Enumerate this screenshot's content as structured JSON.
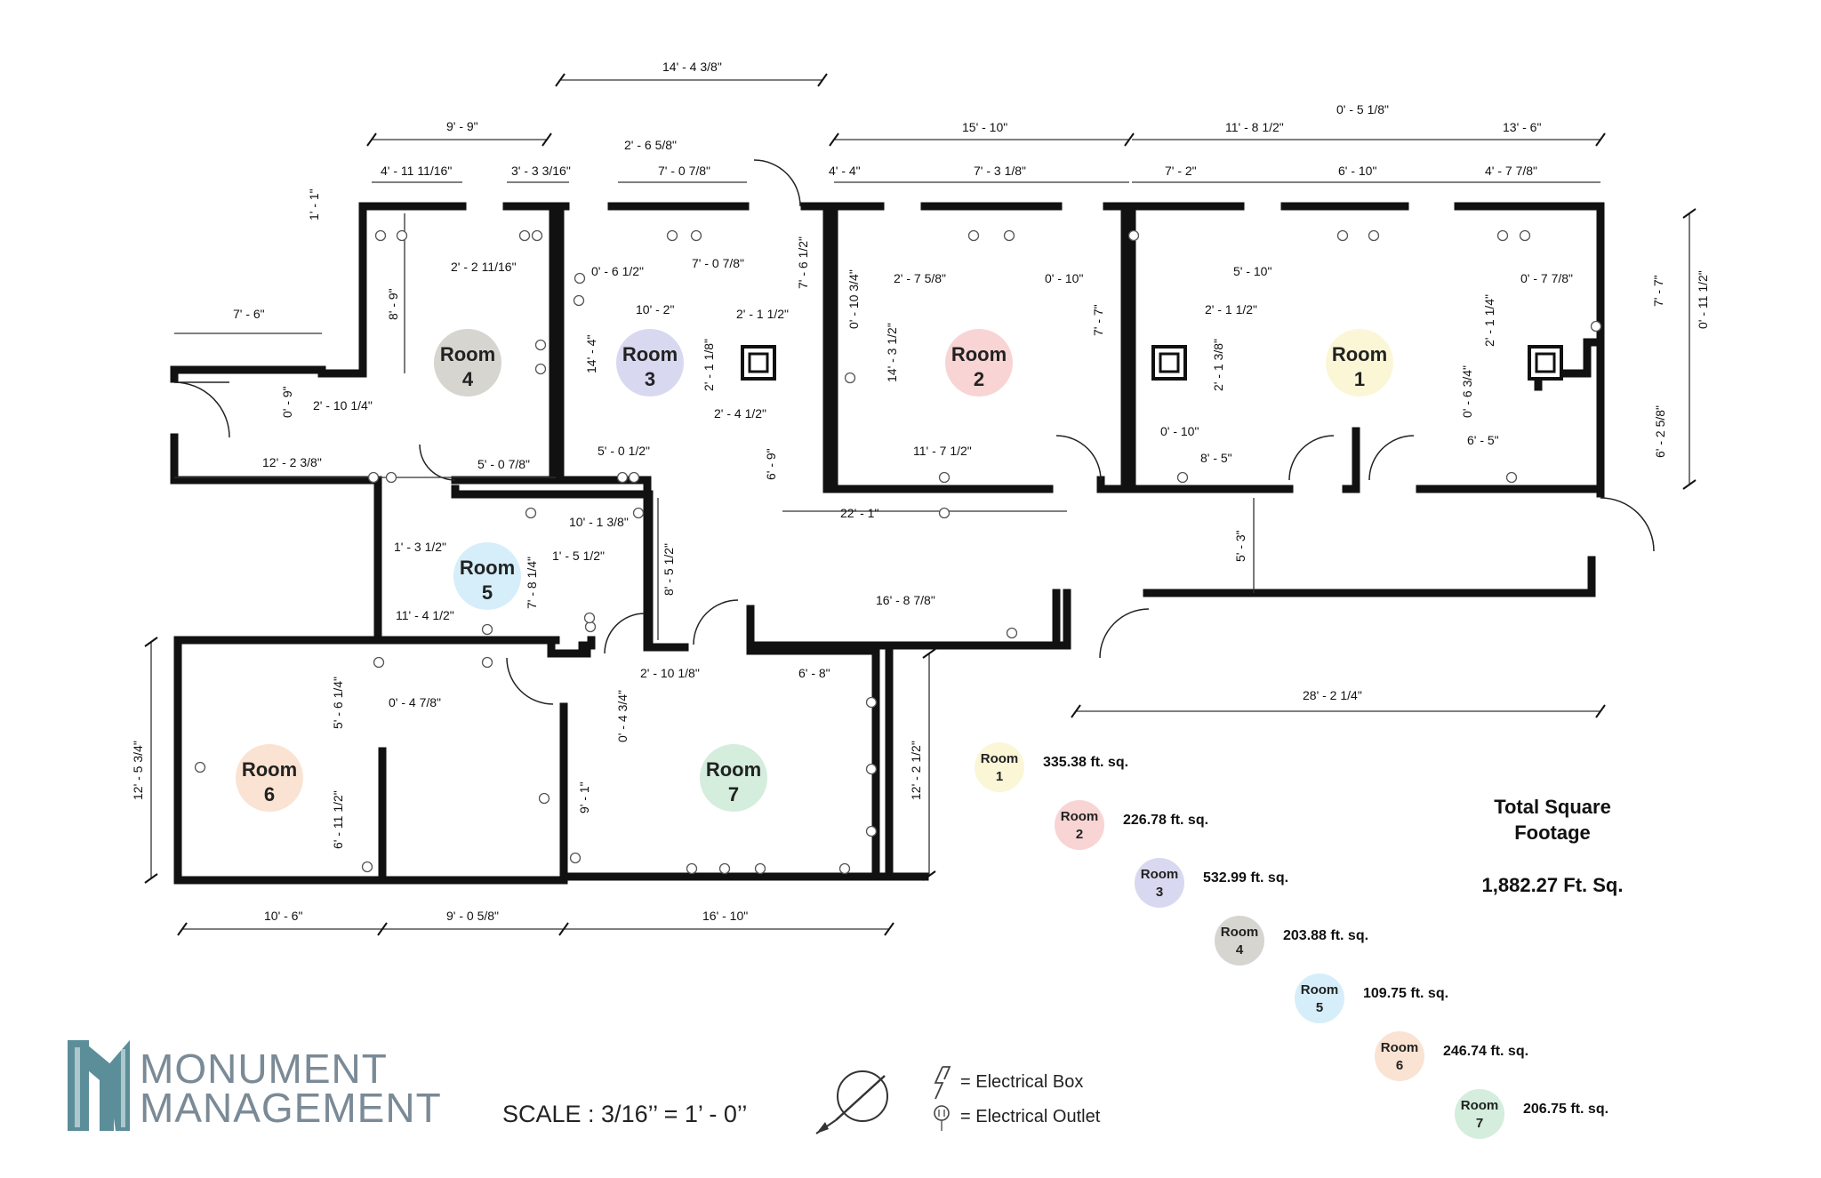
{
  "rooms": [
    {
      "name": "Room",
      "number": "1",
      "color": "#fbf6d6",
      "area": "335.38 ft. sq."
    },
    {
      "name": "Room",
      "number": "2",
      "color": "#f8d4d4",
      "area": "226.78 ft. sq."
    },
    {
      "name": "Room",
      "number": "3",
      "color": "#d8d9f0",
      "area": "532.99 ft. sq."
    },
    {
      "name": "Room",
      "number": "4",
      "color": "#d6d5cf",
      "area": "203.88 ft. sq."
    },
    {
      "name": "Room",
      "number": "5",
      "color": "#d6eefa",
      "area": "109.75 ft. sq."
    },
    {
      "name": "Room",
      "number": "6",
      "color": "#fae3d2",
      "area": "246.74 ft. sq."
    },
    {
      "name": "Room",
      "number": "7",
      "color": "#d4eddd",
      "area": "206.75 ft. sq."
    }
  ],
  "total": {
    "title_line1": "Total Square",
    "title_line2": "Footage",
    "value": "1,882.27 Ft. Sq."
  },
  "legend": {
    "box": "= Electrical Box",
    "outlet": "= Electrical Outlet"
  },
  "scale": "SCALE : 3/16’’ = 1’ - 0’’",
  "logo": {
    "line1": "MONUMENT",
    "line2": "MANAGEMENT",
    "color": "#5b8e99"
  },
  "dimensions": {
    "d1": "14' - 4 3/8\"",
    "d2": "9' - 9\"",
    "d3": "2' - 6 5/8\"",
    "d4": "4' - 11 11/16\"",
    "d5": "3' - 3 3/16\"",
    "d6": "7' - 0 7/8\"",
    "d7": "15' - 10\"",
    "d8": "11' - 8 1/2\"",
    "d9": "0' - 5 1/8\"",
    "d10": "13' - 6\"",
    "d11": "4' - 4\"",
    "d12": "7' - 3 1/8\"",
    "d13": "7' - 2\"",
    "d14": "6' - 10\"",
    "d15": "4' - 7 7/8\"",
    "d16": "1' - 1\"",
    "d17": "2' - 2 11/16\"",
    "d18": "0' - 6 1/2\"",
    "d19": "7' - 0 7/8\"",
    "d20": "8' - 9\"",
    "d21": "7' - 6 1/2\"",
    "d22": "2' - 7 5/8\"",
    "d23": "0' - 10\"",
    "d24": "5' - 10\"",
    "d25": "0' - 7 7/8\"",
    "d26": "7' - 7\"",
    "d27": "0' - 11 1/2\"",
    "d28": "10' - 2\"",
    "d29": "7' - 6\"",
    "d30": "2' - 1 1/2\"",
    "d31": "0' - 10 3/4\"",
    "d32": "7' - 7\"",
    "d33": "2' - 1 1/2\"",
    "d34": "2' - 1 1/4\"",
    "d35": "14' - 4\"",
    "d36": "2' - 1 1/8\"",
    "d37": "14' - 3 1/2\"",
    "d38": "2' - 1 3/8\"",
    "d39": "0' - 6 3/4\"",
    "d40": "0' - 9\"",
    "d41": "2' - 10 1/4\"",
    "d42": "2' - 4 1/2\"",
    "d43": "0' - 10\"",
    "d44": "6' - 2 5/8\"",
    "d45": "6' - 9\"",
    "d46": "12' - 2 3/8\"",
    "d47": "5' - 0 7/8\"",
    "d48": "5' - 0 1/2\"",
    "d49": "11' - 7 1/2\"",
    "d50": "8' - 5\"",
    "d51": "6' - 5\"",
    "d52": "22' - 1\"",
    "d53": "10' - 1 3/8\"",
    "d54": "1' - 3 1/2\"",
    "d55": "7' - 8 1/4\"",
    "d56": "1' - 5 1/2\"",
    "d57": "8' - 5 1/2\"",
    "d58": "5' - 3\"",
    "d59": "16' - 8 7/8\"",
    "d60": "11' - 4 1/2\"",
    "d61": "2' - 10 1/8\"",
    "d62": "6' - 8\"",
    "d63": "28' - 2 1/4\"",
    "d64": "12' - 5 3/4\"",
    "d65": "5' - 6 1/4\"",
    "d66": "0' - 4 7/8\"",
    "d67": "0' - 4 3/4\"",
    "d68": "12' - 2 1/2\"",
    "d69": "6' - 11 1/2\"",
    "d70": "9' - 1\"",
    "d71": "10' - 6\"",
    "d72": "9' - 0 5/8\"",
    "d73": "16' - 10\""
  }
}
